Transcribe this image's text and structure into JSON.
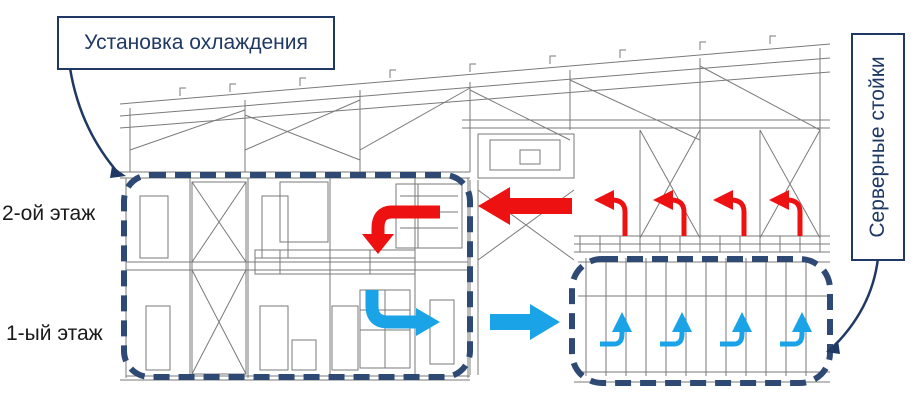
{
  "labels": {
    "cooling_unit": "Установка охлаждения",
    "server_racks": "Серверные стойки",
    "floor_2": "2-ой этаж",
    "floor_1": "1-ый этаж"
  },
  "colors": {
    "hot_air": "#ee1111",
    "cold_air": "#1aa3e6",
    "zone_outline": "#2e4a74",
    "callout_border": "#1f3864",
    "drawing_lines": "#7a7a7a"
  },
  "icons": {
    "hot_air_arrows": "red-arrow-icon",
    "cold_air_arrows": "blue-arrow-icon"
  }
}
